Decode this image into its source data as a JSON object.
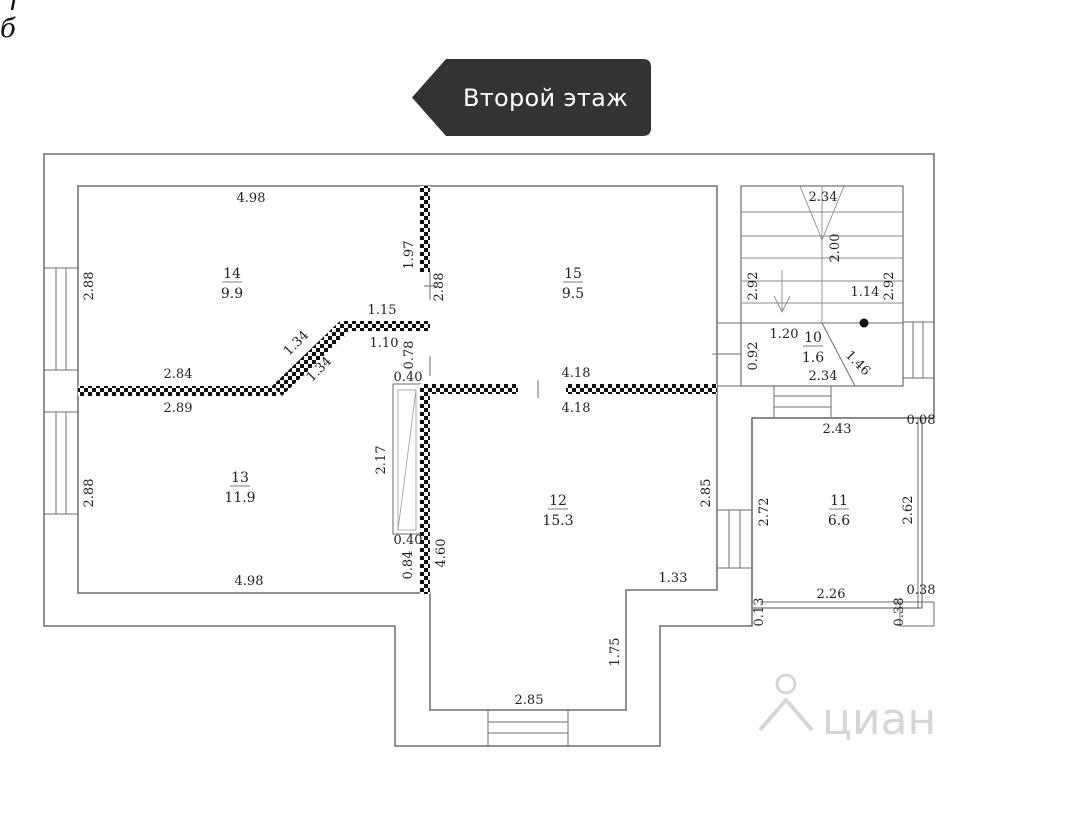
{
  "header": {
    "floor_label": "Второй этаж",
    "corner_glyph": "б",
    "accent_color": "#333333"
  },
  "watermark": {
    "text": "циан"
  },
  "rooms": [
    {
      "id": "14",
      "area": "9.9"
    },
    {
      "id": "15",
      "area": "9.5"
    },
    {
      "id": "13",
      "area": "11.9"
    },
    {
      "id": "12",
      "area": "15.3"
    },
    {
      "id": "11",
      "area": "6.6"
    },
    {
      "id": "10",
      "area": "1.6"
    }
  ],
  "dimensions": [
    "4.98",
    "2.88",
    "1.97",
    "2.88",
    "1.15",
    "1.34",
    "1.34",
    "1.10",
    "0.78",
    "2.84",
    "2.89",
    "0.40",
    "4.18",
    "4.18",
    "2.88",
    "2.17",
    "0.40",
    "0.84",
    "4.60",
    "4.98",
    "2.85",
    "1.33",
    "1.75",
    "2.85",
    "2.34",
    "2.00",
    "2.92",
    "1.14",
    "2.92",
    "1.20",
    "0.92",
    "1.46",
    "2.34",
    "2.43",
    "2.72",
    "2.62",
    "2.26",
    "0.38",
    "0.38",
    "0.08",
    "0.13"
  ]
}
